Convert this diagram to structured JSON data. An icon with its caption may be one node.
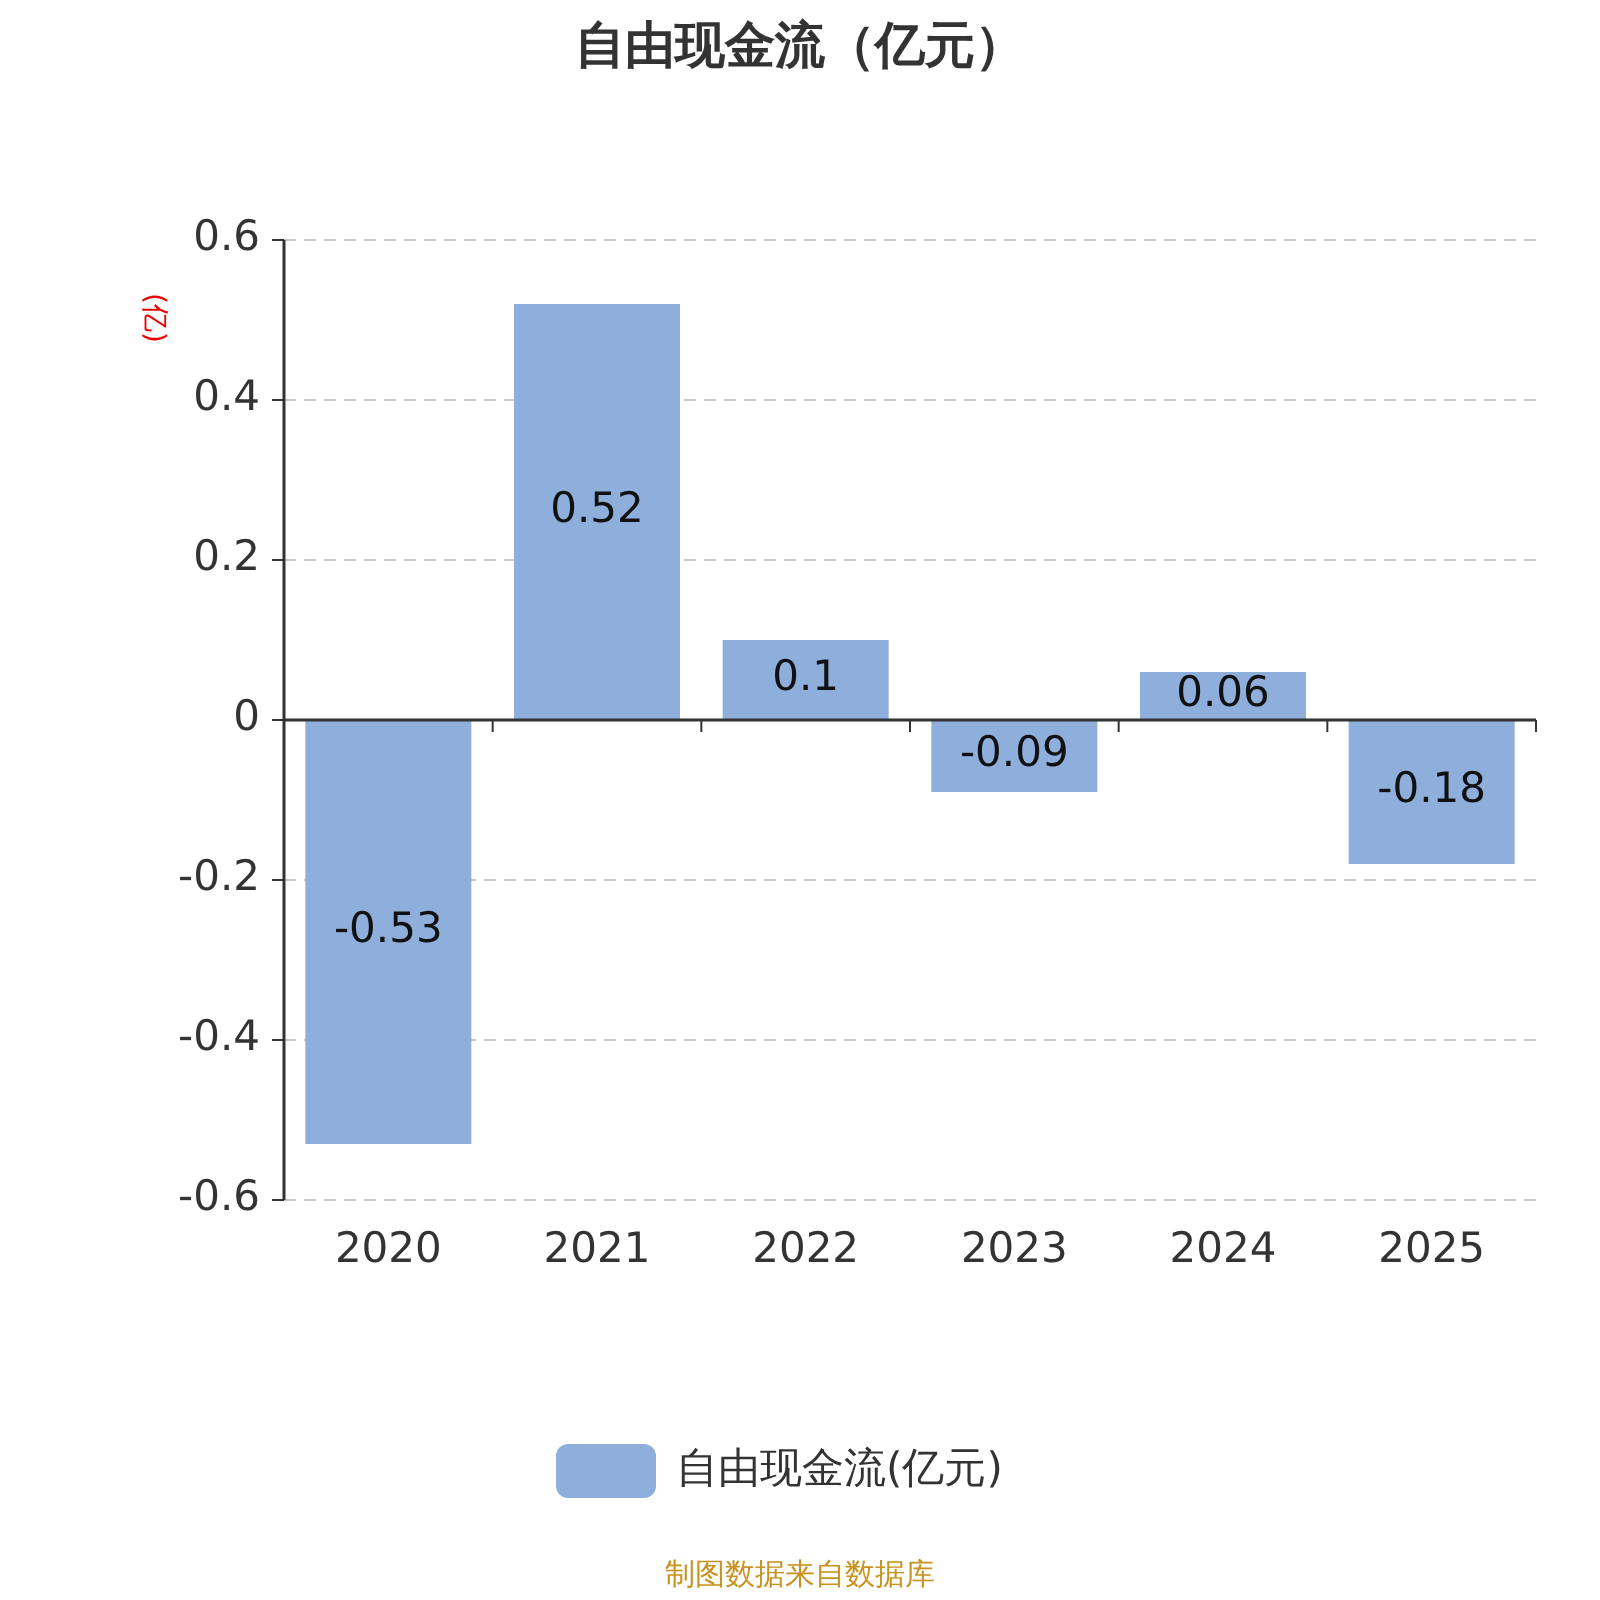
{
  "diagram": {
    "title": "自由现金流（亿元）",
    "chart_data": {
      "type": "bar",
      "ylabel": "(亿)",
      "categories": [
        "2020",
        "2021",
        "2022",
        "2023",
        "2024",
        "2025"
      ],
      "series": [
        {
          "color": "#8eaedb",
          "values": [
            -0.53,
            0.52,
            0.1,
            -0.09,
            0.06,
            -0.18
          ]
        }
      ],
      "ylim": [
        -0.6,
        0.6
      ],
      "yticks": [
        -0.6,
        -0.4,
        -0.2,
        0,
        0.2,
        0.4,
        0.6
      ],
      "data_labels": true,
      "grid": true
    },
    "legend": [
      {
        "text": "自由现金流(亿元)",
        "color": "#8eaedb"
      }
    ],
    "labels": [
      "制图数据来自数据库"
    ]
  }
}
